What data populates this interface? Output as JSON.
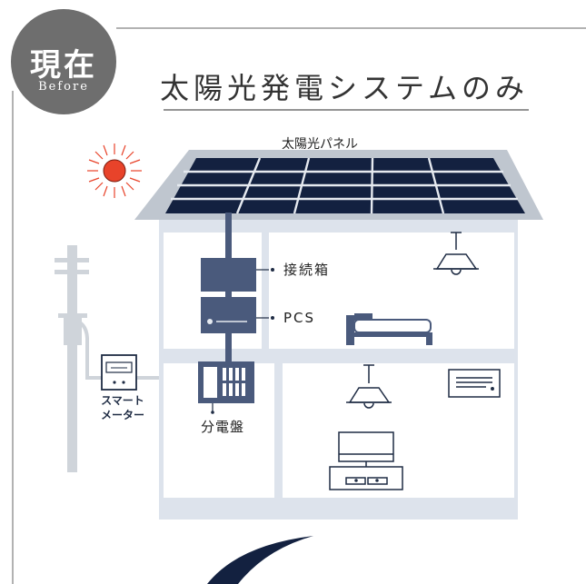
{
  "badge": {
    "title": "現在",
    "subtitle": "Before"
  },
  "heading": "太陽光発電システムのみ",
  "labels": {
    "solar_panel": "太陽光パネル",
    "junction_box": "接続箱",
    "pcs": "PCS",
    "breaker": "分電盤",
    "smart_meter_line1": "スマート",
    "smart_meter_line2": "メーター"
  },
  "colors": {
    "badge_gray": "#6e6e6e",
    "navy": "#1f2c44",
    "equipment": "#4a5a7c",
    "house_light": "#dde3ec",
    "panel_cell": "#132140",
    "sun_red": "#e8432a"
  }
}
